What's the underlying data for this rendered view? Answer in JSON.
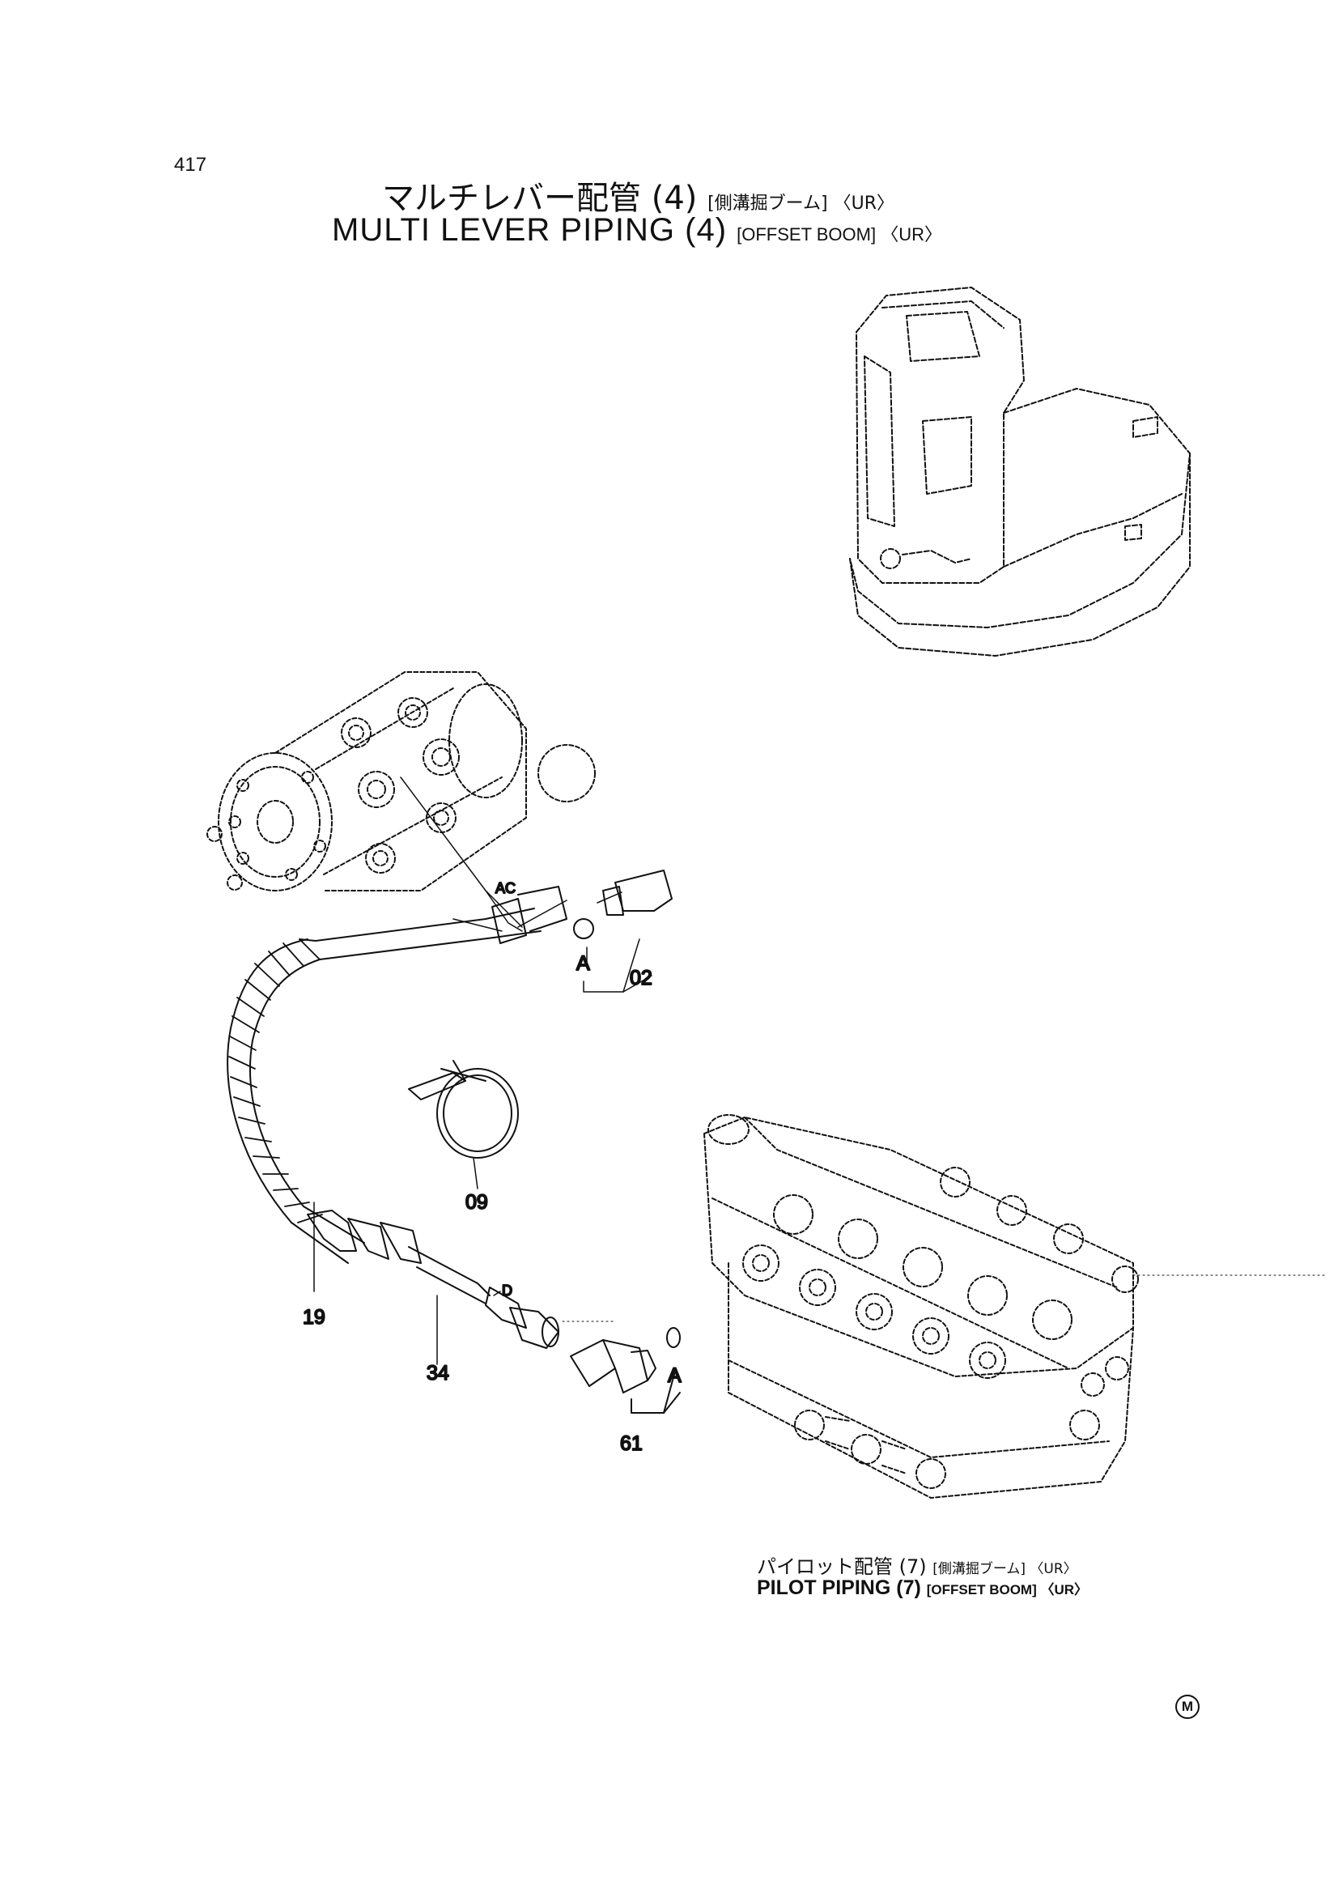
{
  "page_number": "417",
  "title": {
    "jp_main": "マルチレバー配管 (4)",
    "jp_spec": "[側溝掘ブーム] 〈UR〉",
    "en_main": "MULTI LEVER PIPING (4)",
    "en_spec": "[OFFSET BOOM] 〈UR〉"
  },
  "reference": {
    "jp_main": "パイロット配管 (7)",
    "jp_spec": "[側溝掘ブーム] 〈UR〉",
    "en_main": "PILOT PIPING (7)",
    "en_spec": "[OFFSET BOOM] 〈UR〉"
  },
  "callouts": {
    "ac": "AC",
    "a_top": "A",
    "p02": "02",
    "p09": "09",
    "p19": "19",
    "p34": "34",
    "d": "D",
    "a_bottom": "A",
    "p61": "61"
  },
  "corner_mark": "M"
}
